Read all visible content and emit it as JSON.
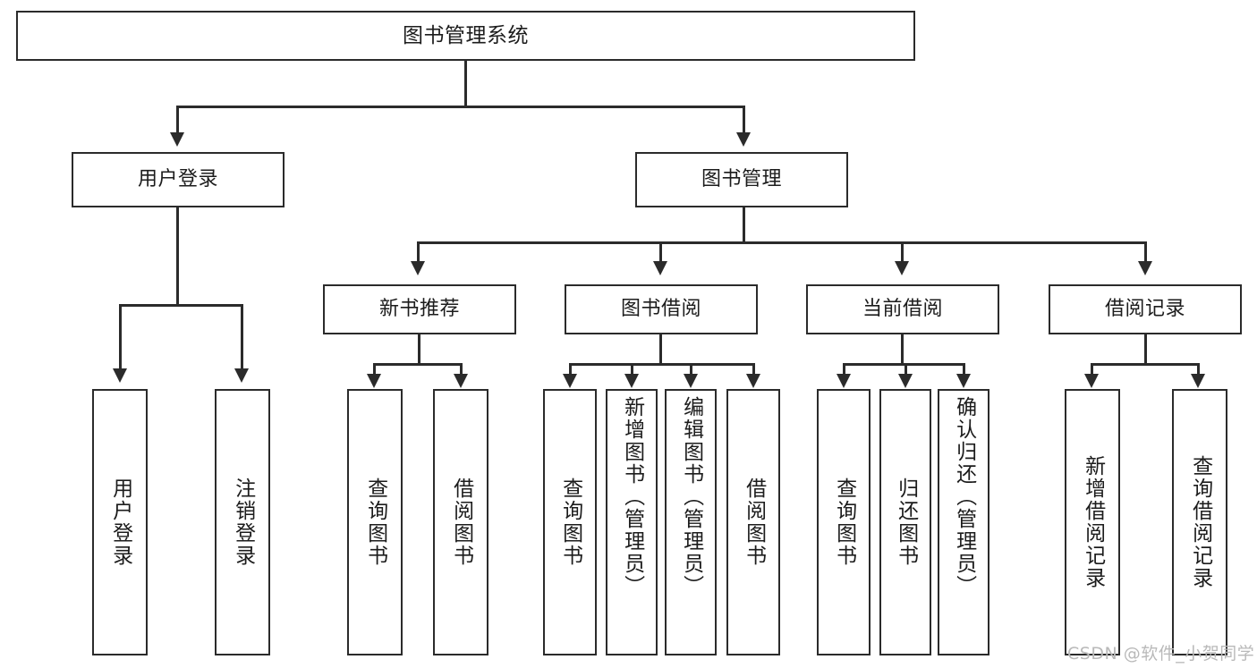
{
  "diagram": {
    "type": "tree",
    "title": "图书管理系统",
    "root": {
      "label": "图书管理系统"
    },
    "level2": [
      {
        "label": "用户登录"
      },
      {
        "label": "图书管理"
      }
    ],
    "level3": [
      {
        "label": "新书推荐"
      },
      {
        "label": "图书借阅"
      },
      {
        "label": "当前借阅"
      },
      {
        "label": "借阅记录"
      }
    ],
    "leaves": {
      "user_login": [
        {
          "label": "用户登录"
        },
        {
          "label": "注销登录"
        }
      ],
      "new_book": [
        {
          "label": "查询图书"
        },
        {
          "label": "借阅图书"
        }
      ],
      "book_borrow": [
        {
          "label": "查询图书"
        },
        {
          "label": "新增图书（管理员）"
        },
        {
          "label": "编辑图书（管理员）"
        },
        {
          "label": "借阅图书"
        }
      ],
      "current_borrow": [
        {
          "label": "查询图书"
        },
        {
          "label": "归还图书"
        },
        {
          "label": "确认归还（管理员）"
        }
      ],
      "borrow_record": [
        {
          "label": "新增借阅记录"
        },
        {
          "label": "查询借阅记录"
        }
      ]
    }
  },
  "watermark": {
    "text": "CSDN @软件_小贺同学"
  },
  "colors": {
    "stroke": "#2b2b2b",
    "fill": "#ffffff",
    "text": "#1c1c1c",
    "watermark": "#b9b9b9"
  }
}
